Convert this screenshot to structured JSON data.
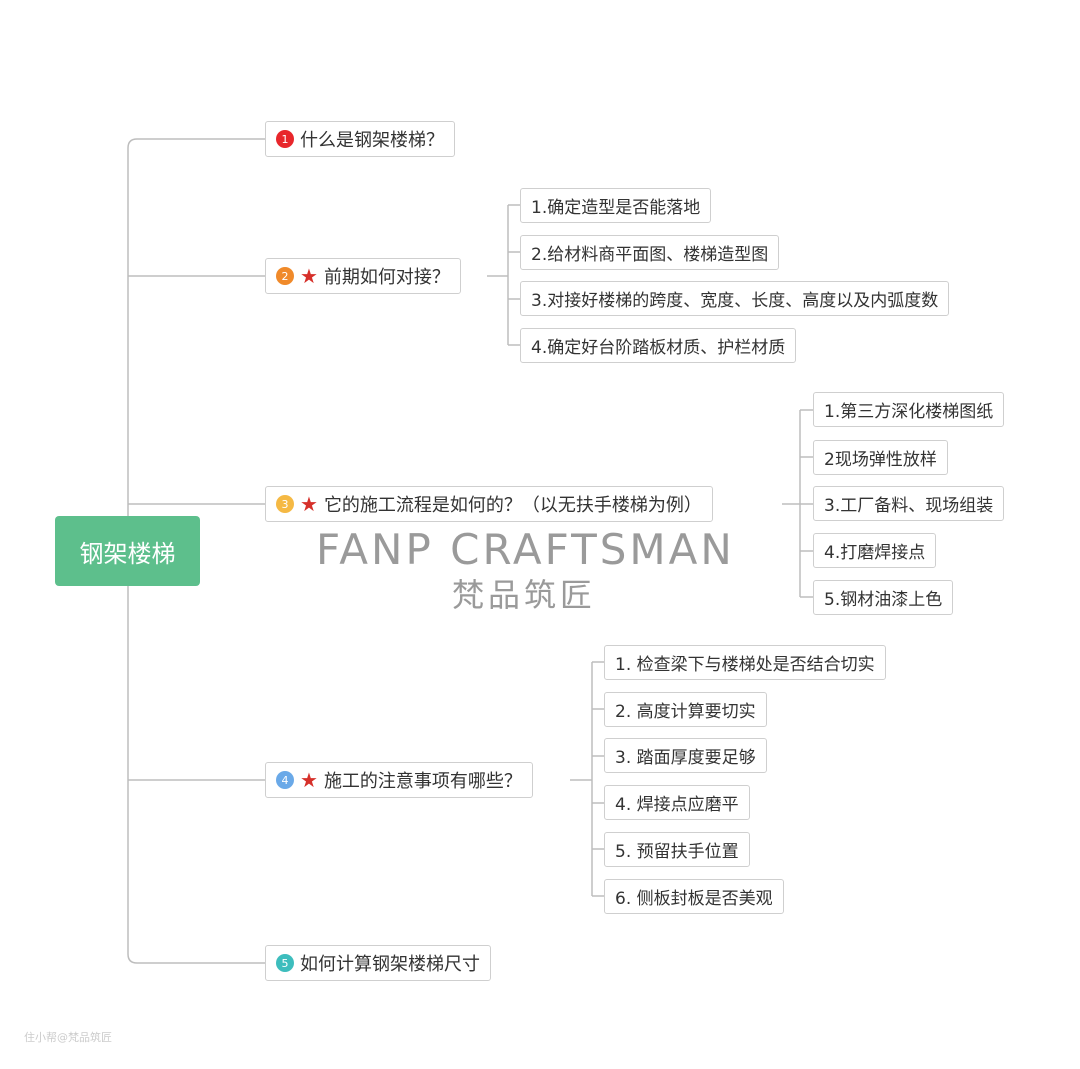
{
  "root": "钢架楼梯",
  "topics": [
    {
      "badge": "1",
      "badge_color": "#e8262b",
      "star": false,
      "label": "什么是钢架楼梯？",
      "children": []
    },
    {
      "badge": "2",
      "badge_color": "#f08a2a",
      "star": true,
      "label": "前期如何对接？",
      "children": [
        "1.确定造型是否能落地",
        "2.给材料商平面图、楼梯造型图",
        "3.对接好楼梯的跨度、宽度、长度、高度以及内弧度数",
        "4.确定好台阶踏板材质、护栏材质"
      ]
    },
    {
      "badge": "3",
      "badge_color": "#f5b944",
      "star": true,
      "label": "它的施工流程是如何的？（以无扶手楼梯为例）",
      "children": [
        "1.第三方深化楼梯图纸",
        "2现场弹性放样",
        "3.工厂备料、现场组装",
        "4.打磨焊接点",
        "5.钢材油漆上色"
      ]
    },
    {
      "badge": "4",
      "badge_color": "#6aa9e8",
      "star": true,
      "label": "施工的注意事项有哪些？",
      "children": [
        "1. 检查梁下与楼梯处是否结合切实",
        "2. 高度计算要切实",
        "3. 踏面厚度要足够",
        "4. 焊接点应磨平",
        "5. 预留扶手位置",
        "6. 侧板封板是否美观"
      ]
    },
    {
      "badge": "5",
      "badge_color": "#3dbdbd",
      "star": false,
      "label": "如何计算钢架楼梯尺寸",
      "children": []
    }
  ],
  "watermark": {
    "en": "FANP CRAFTSMAN",
    "zh": "梵品筑匠",
    "credit": "住小帮@梵品筑匠"
  }
}
